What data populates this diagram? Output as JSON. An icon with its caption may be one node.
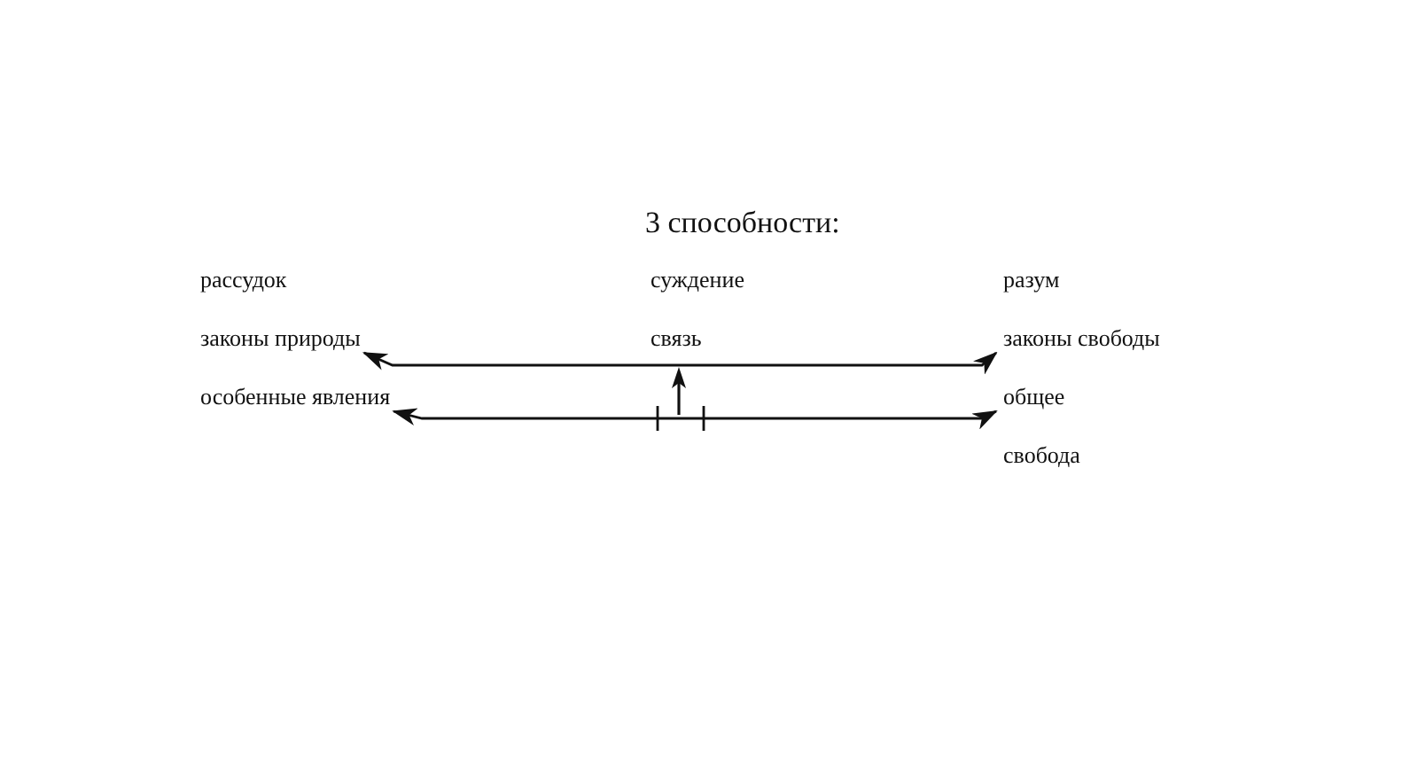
{
  "diagram": {
    "title": "3 способности:",
    "nodes": [
      {
        "text": [
          "законы природы"
        ]
      },
      {
        "text": [
          "законы свободы"
        ]
      },
      {
        "text": [
          "особенные явления"
        ]
      },
      {
        "text": [
          "общее"
        ]
      }
    ],
    "edges": [
      {
        "from": 0,
        "to": 1,
        "arrow": "both"
      },
      {
        "from": 2,
        "to": 3,
        "arrow": "both"
      }
    ],
    "labels": [
      "рассудок",
      "суждение",
      "разум",
      "связь",
      "свобода"
    ]
  }
}
